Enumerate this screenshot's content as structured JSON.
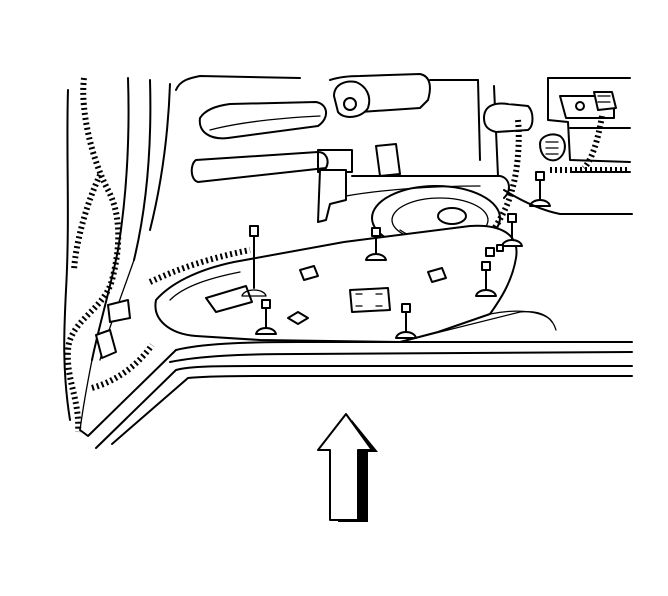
{
  "illustration": {
    "subject": "underbody-panel-fastener-locations",
    "icons": {
      "direction_arrow": "up-arrow-icon",
      "fastener": "bolt-icon",
      "harness": "wiring-harness"
    },
    "colors": {
      "line": "#000000",
      "background": "#ffffff"
    },
    "fastener_count": 9
  }
}
